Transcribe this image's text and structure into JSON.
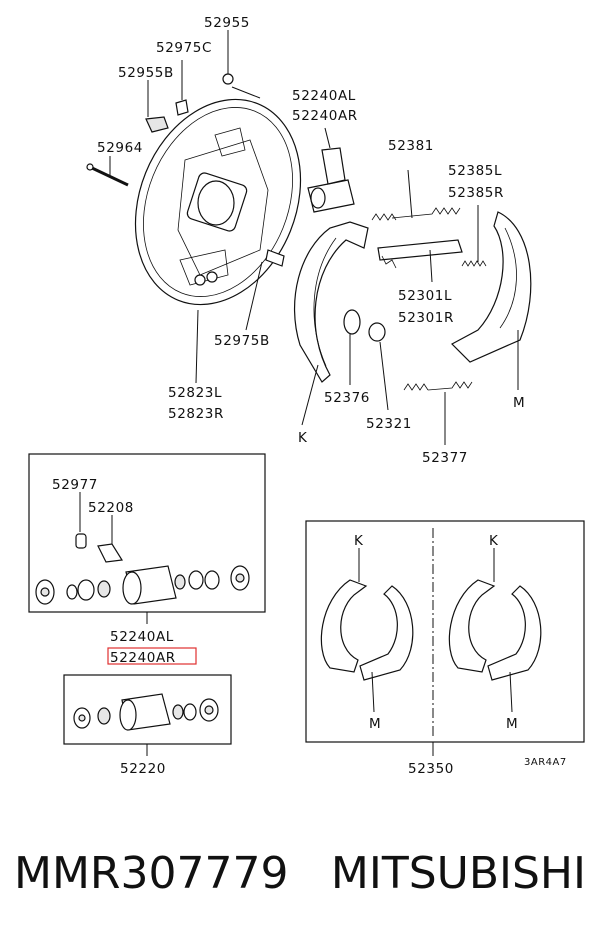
{
  "labels": {
    "l52955": "52955",
    "l52975C": "52975C",
    "l52955B": "52955B",
    "l52964": "52964",
    "l52240AL_top": "52240AL",
    "l52240AR_top": "52240AR",
    "l52381": "52381",
    "l52385L": "52385L",
    "l52385R": "52385R",
    "l52975B": "52975B",
    "l52301L": "52301L",
    "l52301R": "52301R",
    "l52823L": "52823L",
    "l52823R": "52823R",
    "l52376": "52376",
    "l52321": "52321",
    "lM_top": "M",
    "lK_top": "K",
    "l52377": "52377",
    "l52977": "52977",
    "l52208": "52208",
    "l52240AL_mid": "52240AL",
    "l52240AR_mid": "52240AR",
    "l52220": "52220",
    "lK_left": "K",
    "lK_right": "K",
    "lM_left": "M",
    "lM_right": "M",
    "l52350": "52350",
    "diagram_code": "3AR4A7"
  },
  "highlight_color": "#e03030",
  "footer": {
    "part_number": "MMR307779",
    "brand": "MITSUBISHI"
  }
}
